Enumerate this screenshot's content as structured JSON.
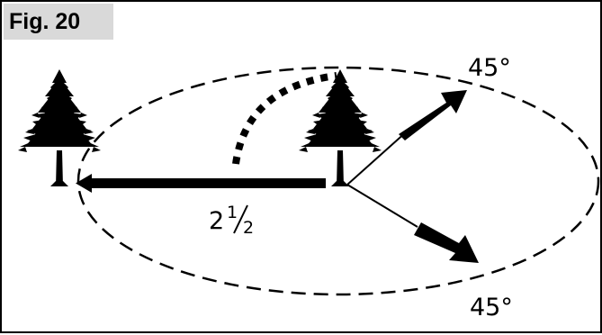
{
  "figure": {
    "label": "Fig. 20"
  },
  "labels": {
    "angle_top": "45°",
    "angle_bottom": "45°",
    "distance_whole": "2",
    "distance_frac_num": "1",
    "distance_frac_den": "2"
  },
  "colors": {
    "ink": "#000000",
    "label_background": "#d9d9d9"
  },
  "icons": [
    "tree-icon",
    "arrow-icon"
  ]
}
